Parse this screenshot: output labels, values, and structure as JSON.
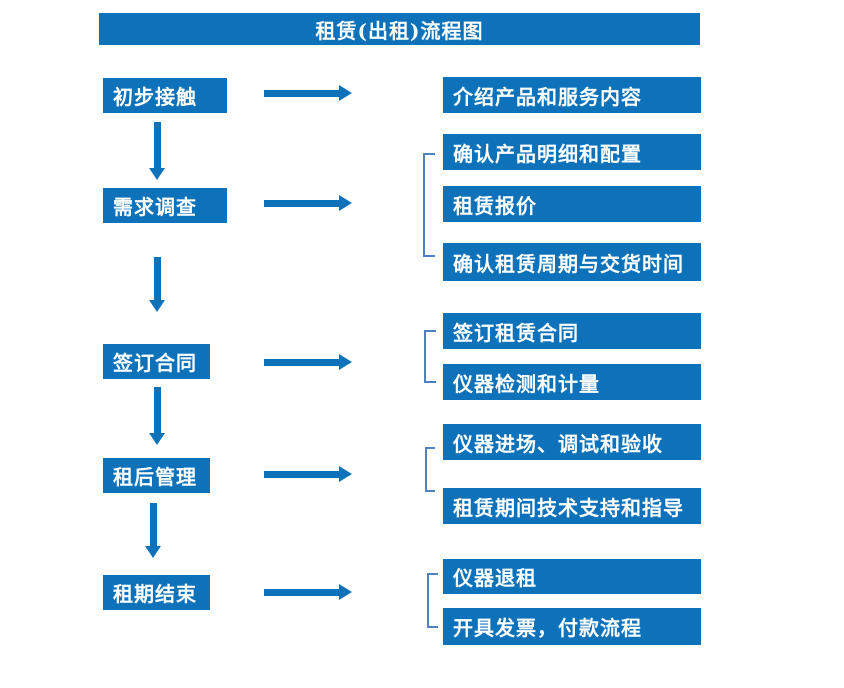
{
  "title": "租赁(出租)流程图",
  "colors": {
    "primary": "#0d72ba",
    "bracket": "#4f81bd",
    "text_on_primary": "#ffffff",
    "canvas_bg": "#ffffff"
  },
  "steps": [
    {
      "label": "初步接触",
      "details": [
        "介绍产品和服务内容"
      ]
    },
    {
      "label": "需求调查",
      "details": [
        "确认产品明细和配置",
        "租赁报价",
        "确认租赁周期与交货时间"
      ]
    },
    {
      "label": "签订合同",
      "details": [
        "签订租赁合同",
        "仪器检测和计量"
      ]
    },
    {
      "label": "租后管理",
      "details": [
        "仪器进场、调试和验收",
        "租赁期间技术支持和指导"
      ]
    },
    {
      "label": "租期结束",
      "details": [
        "仪器退租",
        "开具发票，付款流程"
      ]
    }
  ]
}
